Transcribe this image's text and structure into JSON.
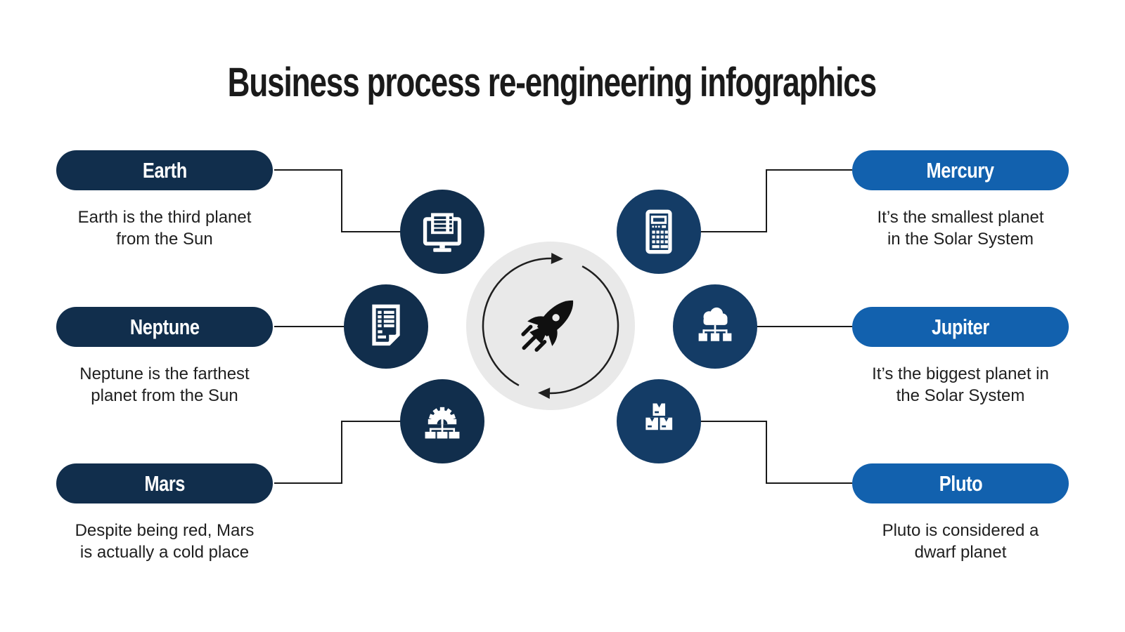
{
  "title": "Business process re-engineering infographics",
  "colors": {
    "pill_navy": "#112E4C",
    "pill_blue": "#1261AE",
    "icon_left": "#112E4C",
    "icon_right": "#143C66",
    "hub_gray": "#E9E9E9",
    "connector": "#1A1A1A",
    "title_ink": "#1A1A1A",
    "body_ink": "#1F1F1F",
    "background": "#FFFFFF",
    "icon_white": "#FFFFFF"
  },
  "items": [
    {
      "label": "Earth",
      "description": "Earth is the third planet\nfrom the Sun",
      "side": "left",
      "icon": "monitor-document-icon"
    },
    {
      "label": "Neptune",
      "description": "Neptune is the farthest\nplanet from the Sun",
      "side": "left",
      "icon": "invoice-document-icon"
    },
    {
      "label": "Mars",
      "description": "Despite being red, Mars\nis actually a cold place",
      "side": "left",
      "icon": "gear-process-icon"
    },
    {
      "label": "Mercury",
      "description": "It’s the smallest planet\nin the Solar System",
      "side": "right",
      "icon": "calculator-icon"
    },
    {
      "label": "Jupiter",
      "description": "It’s the biggest planet in\nthe Solar System",
      "side": "right",
      "icon": "cloud-network-icon"
    },
    {
      "label": "Pluto",
      "description": "Pluto is considered a\ndwarf planet",
      "side": "right",
      "icon": "packages-icon"
    }
  ],
  "center": {
    "icon": "rocket-icon",
    "motif": "cycle-arrows"
  }
}
